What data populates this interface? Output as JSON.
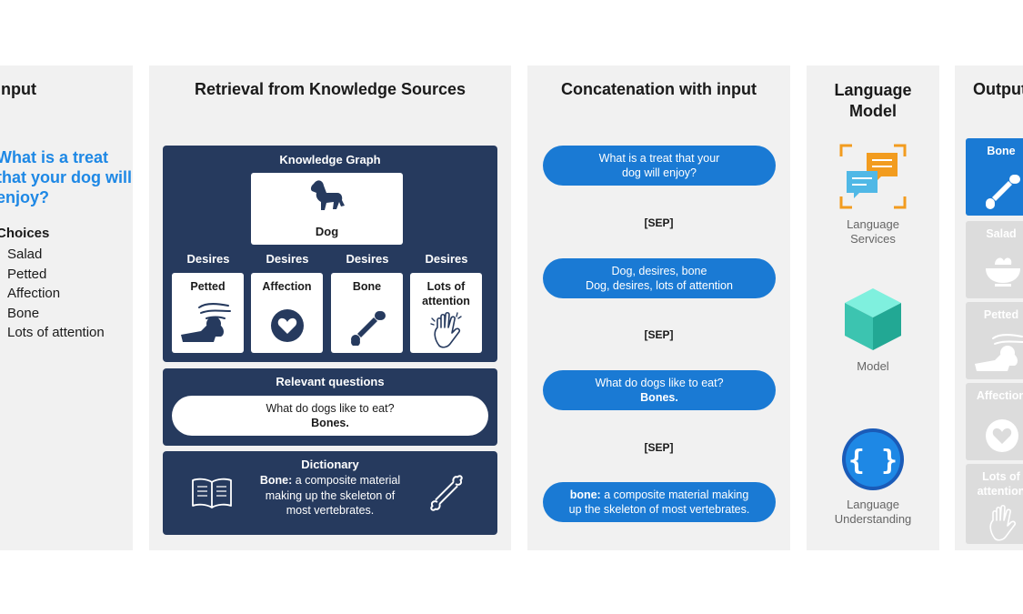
{
  "input": {
    "title": "Input",
    "question": "What is a treat that your dog will enjoy?",
    "choices_title": "Choices",
    "choices": [
      "Salad",
      "Petted",
      "Affection",
      "Bone",
      "Lots of attention"
    ]
  },
  "retrieval": {
    "title": "Retrieval from Knowledge Sources",
    "knowledge_graph": {
      "title": "Knowledge Graph",
      "node": "Dog",
      "relations": [
        "Desires",
        "Desires",
        "Desires",
        "Desires"
      ],
      "targets": [
        "Petted",
        "Affection",
        "Bone",
        "Lots of attention"
      ]
    },
    "relevant_questions": {
      "title": "Relevant questions",
      "question": "What do dogs like to eat?",
      "answer": "Bones."
    },
    "dictionary": {
      "title": "Dictionary",
      "term": "Bone:",
      "definition": "a composite material making up the skeleton of most vertebrates."
    }
  },
  "concatenation": {
    "title": "Concatenation with input",
    "pills": [
      {
        "line1": "What is a treat that your",
        "line2": "dog will enjoy?"
      },
      {
        "line1": "Dog, desires, bone",
        "line2": "Dog, desires, lots of attention"
      },
      {
        "line1": "What do dogs like to eat?",
        "line2": "Bones."
      },
      {
        "term": "bone:",
        "line1": "a composite material making",
        "line2": "up the skeleton of most vertebrates."
      }
    ],
    "separators": [
      "[SEP]",
      "[SEP]",
      "[SEP]"
    ]
  },
  "language_model": {
    "title_line1": "Language",
    "title_line2": "Model",
    "components": [
      {
        "icon": "language-services-icon",
        "line1": "Language",
        "line2": "Services"
      },
      {
        "icon": "model-cube-icon",
        "line1": "Model",
        "line2": ""
      },
      {
        "icon": "language-understanding-icon",
        "line1": "Language",
        "line2": "Understanding"
      }
    ]
  },
  "output": {
    "title": "Output",
    "tiles": [
      "Bone",
      "Salad",
      "Petted",
      "Affection",
      "Lots of attention"
    ],
    "selected": "Bone"
  },
  "colors": {
    "navy": "#263a5e",
    "blue": "#1a7ad4",
    "question_blue": "#1e88e5",
    "panel_gray": "#f1f1f1",
    "inactive_tile": "#dcdcdc"
  }
}
